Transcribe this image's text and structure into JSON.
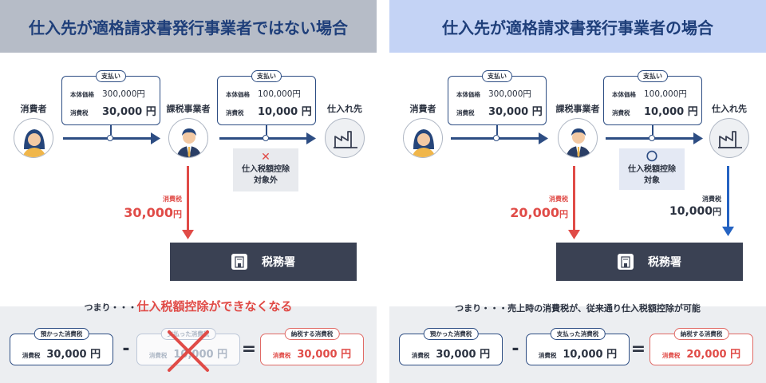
{
  "left": {
    "title": "仕入先が適格請求書発行事業者ではない場合",
    "actors": {
      "consumer": "消費者",
      "business": "課税事業者",
      "supplier": "仕入れ先"
    },
    "payment1": {
      "tag": "支払い",
      "price_label": "本体価格",
      "price": "300,000円",
      "tax_label": "消費税",
      "tax": "30,000 円"
    },
    "payment2": {
      "tag": "支払い",
      "price_label": "本体価格",
      "price": "100,000円",
      "tax_label": "消費税",
      "tax": "10,000 円"
    },
    "note": {
      "mark": "✕",
      "line1": "仕入税額控除",
      "line2": "対象外"
    },
    "flow_tax": {
      "label": "消費税",
      "amount": "30,000",
      "unit": "円"
    },
    "tax_office": "税務署",
    "summary_prefix": "つまり・・・",
    "summary_em": "仕入税額控除ができなくなる",
    "box1": {
      "tag": "預かった消費税",
      "k": "消費税",
      "v": "30,000 円"
    },
    "box2": {
      "tag": "支払った消費税",
      "k": "消費税",
      "v": "10,000 円"
    },
    "box3": {
      "tag": "納税する消費税",
      "k": "消費税",
      "v": "30,000 円"
    },
    "minus": "-",
    "equals": "="
  },
  "right": {
    "title": "仕入先が適格請求書発行事業者の場合",
    "actors": {
      "consumer": "消費者",
      "business": "課税事業者",
      "supplier": "仕入れ先"
    },
    "payment1": {
      "tag": "支払い",
      "price_label": "本体価格",
      "price": "300,000円",
      "tax_label": "消費税",
      "tax": "30,000 円"
    },
    "payment2": {
      "tag": "支払い",
      "price_label": "本体価格",
      "price": "100,000円",
      "tax_label": "消費税",
      "tax": "10,000 円"
    },
    "note": {
      "mark": "〇",
      "line1": "仕入税額控除",
      "line2": "対象"
    },
    "flow_tax": {
      "label": "消費税",
      "amount": "20,000",
      "unit": "円"
    },
    "flow_tax2": {
      "label": "消費税",
      "amount": "10,000",
      "unit": "円"
    },
    "tax_office": "税務署",
    "summary": "つまり・・・売上時の消費税が、従来通り仕入税額控除が可能",
    "box1": {
      "tag": "預かった消費税",
      "k": "消費税",
      "v": "30,000 円"
    },
    "box2": {
      "tag": "支払った消費税",
      "k": "消費税",
      "v": "10,000 円"
    },
    "box3": {
      "tag": "納税する消費税",
      "k": "消費税",
      "v": "20,000 円"
    },
    "minus": "-",
    "equals": "="
  },
  "colors": {
    "navy": "#2d4d83",
    "red": "#e04b47",
    "blue": "#2563c2",
    "dark": "#3a4153"
  },
  "icons": [
    "woman-avatar-icon",
    "businessman-avatar-icon",
    "factory-icon",
    "tax-building-icon",
    "cross-icon",
    "circle-icon"
  ]
}
